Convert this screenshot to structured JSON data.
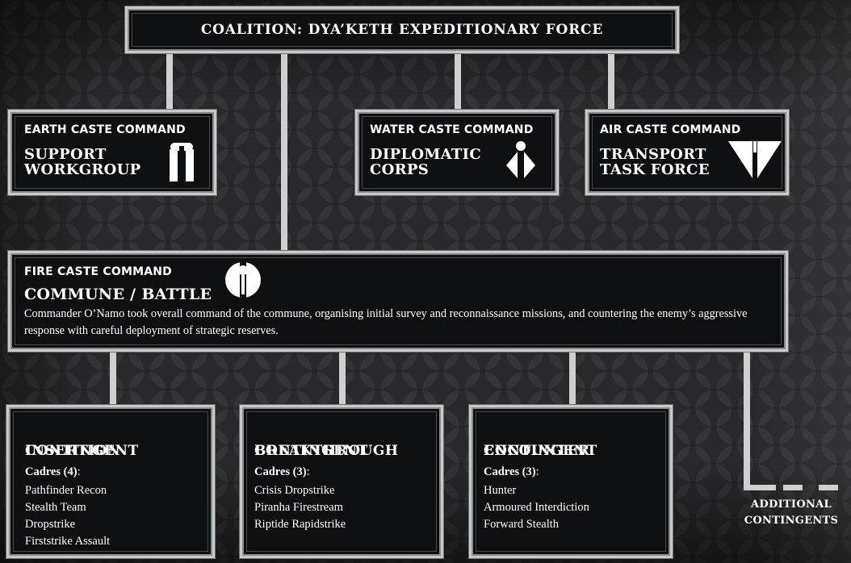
{
  "top": {
    "title": "COALITION: DYA’KETH EXPEDITIONARY FORCE"
  },
  "earth": {
    "caste": "EARTH CASTE COMMAND",
    "unit_line1": "SUPPORT",
    "unit_line2": "WORKGROUP",
    "icon": "earth-caste-icon"
  },
  "water": {
    "caste": "WATER CASTE COMMAND",
    "unit_line1": "DIPLOMATIC",
    "unit_line2": "CORPS",
    "icon": "water-caste-icon"
  },
  "air": {
    "caste": "AIR CASTE COMMAND",
    "unit_line1": "TRANSPORT",
    "unit_line2": "TASK FORCE",
    "icon": "air-caste-icon"
  },
  "fire": {
    "caste": "FIRE CASTE COMMAND",
    "unit": "COMMUNE / BATTLE",
    "description": "Commander O’Namo took overall command of the commune, organising initial survey and reconnaissance missions, and countering the enemy’s aggressive response with careful deployment of strategic reserves.",
    "icon": "fire-caste-icon"
  },
  "contingents": [
    {
      "title_a": "INSERTION",
      "title_b": "CONTINGENT",
      "cadres_label": "Cadres (4)",
      "cadres_suffix": ":",
      "items": [
        "Pathfinder Recon",
        "Stealth Team",
        "Dropstrike",
        "Firststrike Assault"
      ]
    },
    {
      "title_a": "BREAKTHROUGH",
      "title_b": "CONTINGENT",
      "cadres_label": "Cadres (3)",
      "cadres_suffix": ":",
      "items": [
        "Crisis Dropstrike",
        "Piranha Firestream",
        "Riptide Rapidstrike"
      ]
    },
    {
      "title_a": "ENCOUNTER",
      "title_b": "CONTINGENT",
      "cadres_label": "Cadres (3)",
      "cadres_suffix": ":",
      "items": [
        "Hunter",
        "Armoured Interdiction",
        "Forward Stealth"
      ]
    }
  ],
  "additional": {
    "line1": "ADDITIONAL",
    "line2": "CONTINGENTS"
  },
  "colors": {
    "frame": "#c9c9c9",
    "panel": "#0e0f10",
    "background": "#1d1e20",
    "text": "#ffffff"
  }
}
